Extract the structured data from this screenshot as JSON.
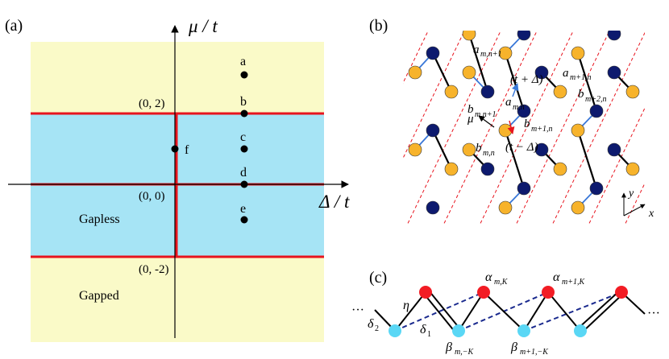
{
  "panel_a": {
    "label": "(a)",
    "y_axis_label": "μ / t",
    "x_axis_label": "Δ / t",
    "tick_labels": {
      "top": "(0, 2)",
      "origin": "(0, 0)",
      "bottom": "(0, -2)"
    },
    "points": [
      "a",
      "b",
      "c",
      "d",
      "e",
      "f"
    ],
    "region_labels": {
      "gapless": "Gapless",
      "gapped": "Gapped"
    },
    "colors": {
      "gapped_fill": "#fafac8",
      "gapless_fill": "#a6e4f5",
      "boundary": "#e8141e"
    }
  },
  "panel_b": {
    "label": "(b)",
    "site_labels": {
      "a_top": "a",
      "a_top_sub": "m,n+1",
      "b_upper": "b",
      "b_upper_sub": "m,n+1",
      "a_center": "a",
      "a_center_sub": "m,n",
      "b_lower": "b",
      "b_lower_sub": "m,n",
      "a_right": "a",
      "a_right_sub": "m+1,n",
      "b_mid": "b",
      "b_mid_sub": "m+1,n",
      "b_right": "b",
      "b_right_sub": "m+2,n"
    },
    "hop_labels": {
      "plus": "(t + Δ)",
      "minus": "(t − Δ)",
      "mu": "μ"
    },
    "axes": {
      "x": "x",
      "y": "y"
    },
    "colors": {
      "a_site": "#f7b32b",
      "b_site": "#0d1a6e",
      "bond": "#3a78d8",
      "dimer": "#000000",
      "guide": "#e8141e"
    }
  },
  "panel_c": {
    "label": "(c)",
    "ellipsis": "···",
    "labels": {
      "eta": "η",
      "delta1": "δ",
      "delta1_sub": "1",
      "delta2": "δ",
      "delta2_sub": "2",
      "alpha_m": "α",
      "alpha_m_sub": "m,K",
      "alpha_m1": "α",
      "alpha_m1_sub": "m+1,K",
      "beta_m": "β",
      "beta_m_sub": "m,−K",
      "beta_m1": "β",
      "beta_m1_sub": "m+1,−K"
    },
    "colors": {
      "alpha_site": "#f21c24",
      "beta_site": "#5ad7f5",
      "dashed": "#1a2a8e"
    }
  }
}
